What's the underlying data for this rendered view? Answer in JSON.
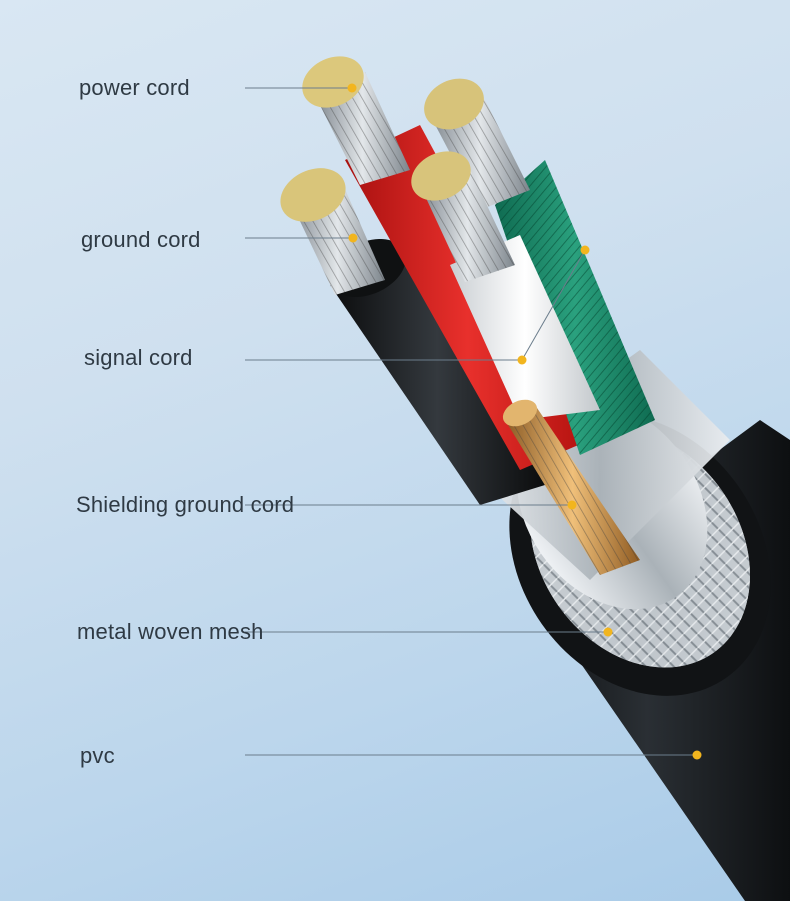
{
  "labels": [
    {
      "id": "power",
      "text": "power cord"
    },
    {
      "id": "ground",
      "text": "ground cord"
    },
    {
      "id": "signal",
      "text": "signal cord"
    },
    {
      "id": "shield",
      "text": "Shielding ground cord"
    },
    {
      "id": "mesh",
      "text": "metal woven mesh"
    },
    {
      "id": "pvc",
      "text": "pvc"
    }
  ],
  "colors": {
    "leader_line": "#6b7d8c",
    "marker_dot": "#f2b51e",
    "pvc_jacket": "#1b1e21",
    "red_wire": "#d9201f",
    "green_wire": "#1f8a6c",
    "white_wire": "#eef0f0",
    "black_wire": "#1a1a1a",
    "copper": "#c9893f",
    "silver": "#b9c0c6",
    "conductor_end": "#e6d58a"
  }
}
